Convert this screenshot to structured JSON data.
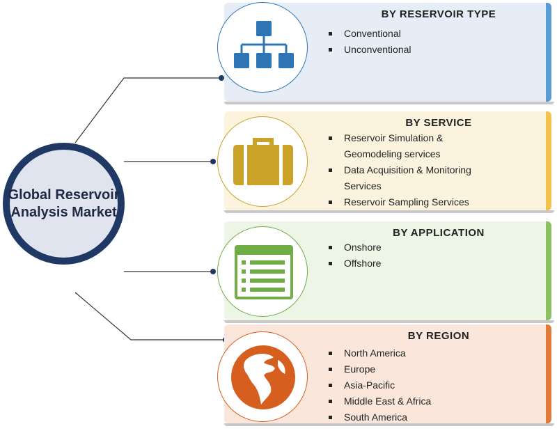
{
  "hub": {
    "label": "Global Reservoir\nAnalysis Market",
    "ring_color": "#1f3864",
    "fill_color": "#dfe4ef"
  },
  "segments": [
    {
      "title": "BY RESERVOIR TYPE",
      "items": [
        "Conventional",
        "Unconventional"
      ],
      "icon": "hierarchy-icon",
      "icon_color": "#2e75b6",
      "panel_color": "#e6edf7",
      "accent_color": "#5b9bd5"
    },
    {
      "title": "BY SERVICE",
      "items": [
        "Reservoir Simulation &",
        "Geomodeling services",
        "Data Acquisition & Monitoring",
        "Services",
        "Reservoir Sampling Services"
      ],
      "icon": "briefcase-icon",
      "icon_color": "#c9a227",
      "panel_color": "#fcf3df",
      "accent_color": "#f2c14e"
    },
    {
      "title": "BY APPLICATION",
      "items": [
        "Onshore",
        "Offshore"
      ],
      "icon": "list-window-icon",
      "icon_color": "#70ad47",
      "panel_color": "#edf5e6",
      "accent_color": "#8cc063"
    },
    {
      "title": "BY REGION",
      "items": [
        "North America",
        "Europe",
        "Asia-Pacific",
        "Middle East & Africa",
        "South America"
      ],
      "icon": "globe-icon",
      "icon_color": "#d65f1f",
      "panel_color": "#fbe6db",
      "accent_color": "#e07b39"
    }
  ]
}
